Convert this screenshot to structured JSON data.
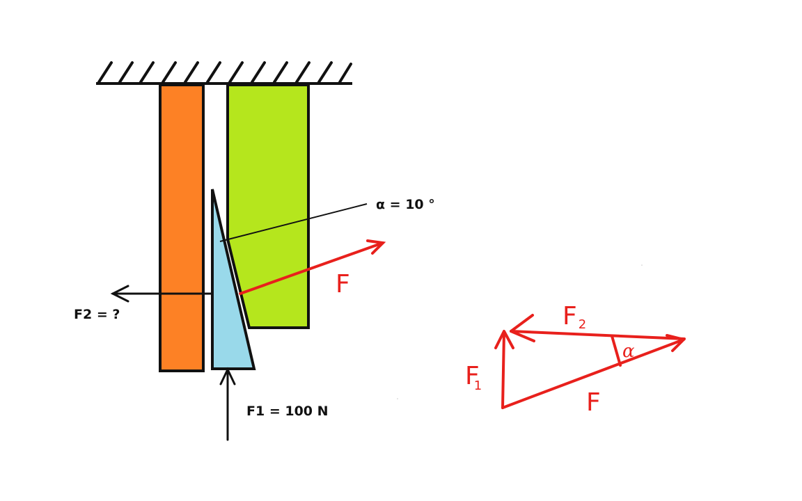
{
  "labels": {
    "alpha": "α = 10 °",
    "f2": "F2 = ?",
    "f1": "F1 = 100 N",
    "f_force": "F"
  },
  "force_triangle": {
    "f1_main": "F",
    "f1_sub": "1",
    "f2_main": "F",
    "f2_sub": "2",
    "f_label": "F",
    "alpha_symbol": "α"
  },
  "colors": {
    "left_block": "#fd8125",
    "right_block": "#b5e61d",
    "wedge": "#99d9ea",
    "force_red": "#e8201c",
    "ink": "#111111"
  }
}
